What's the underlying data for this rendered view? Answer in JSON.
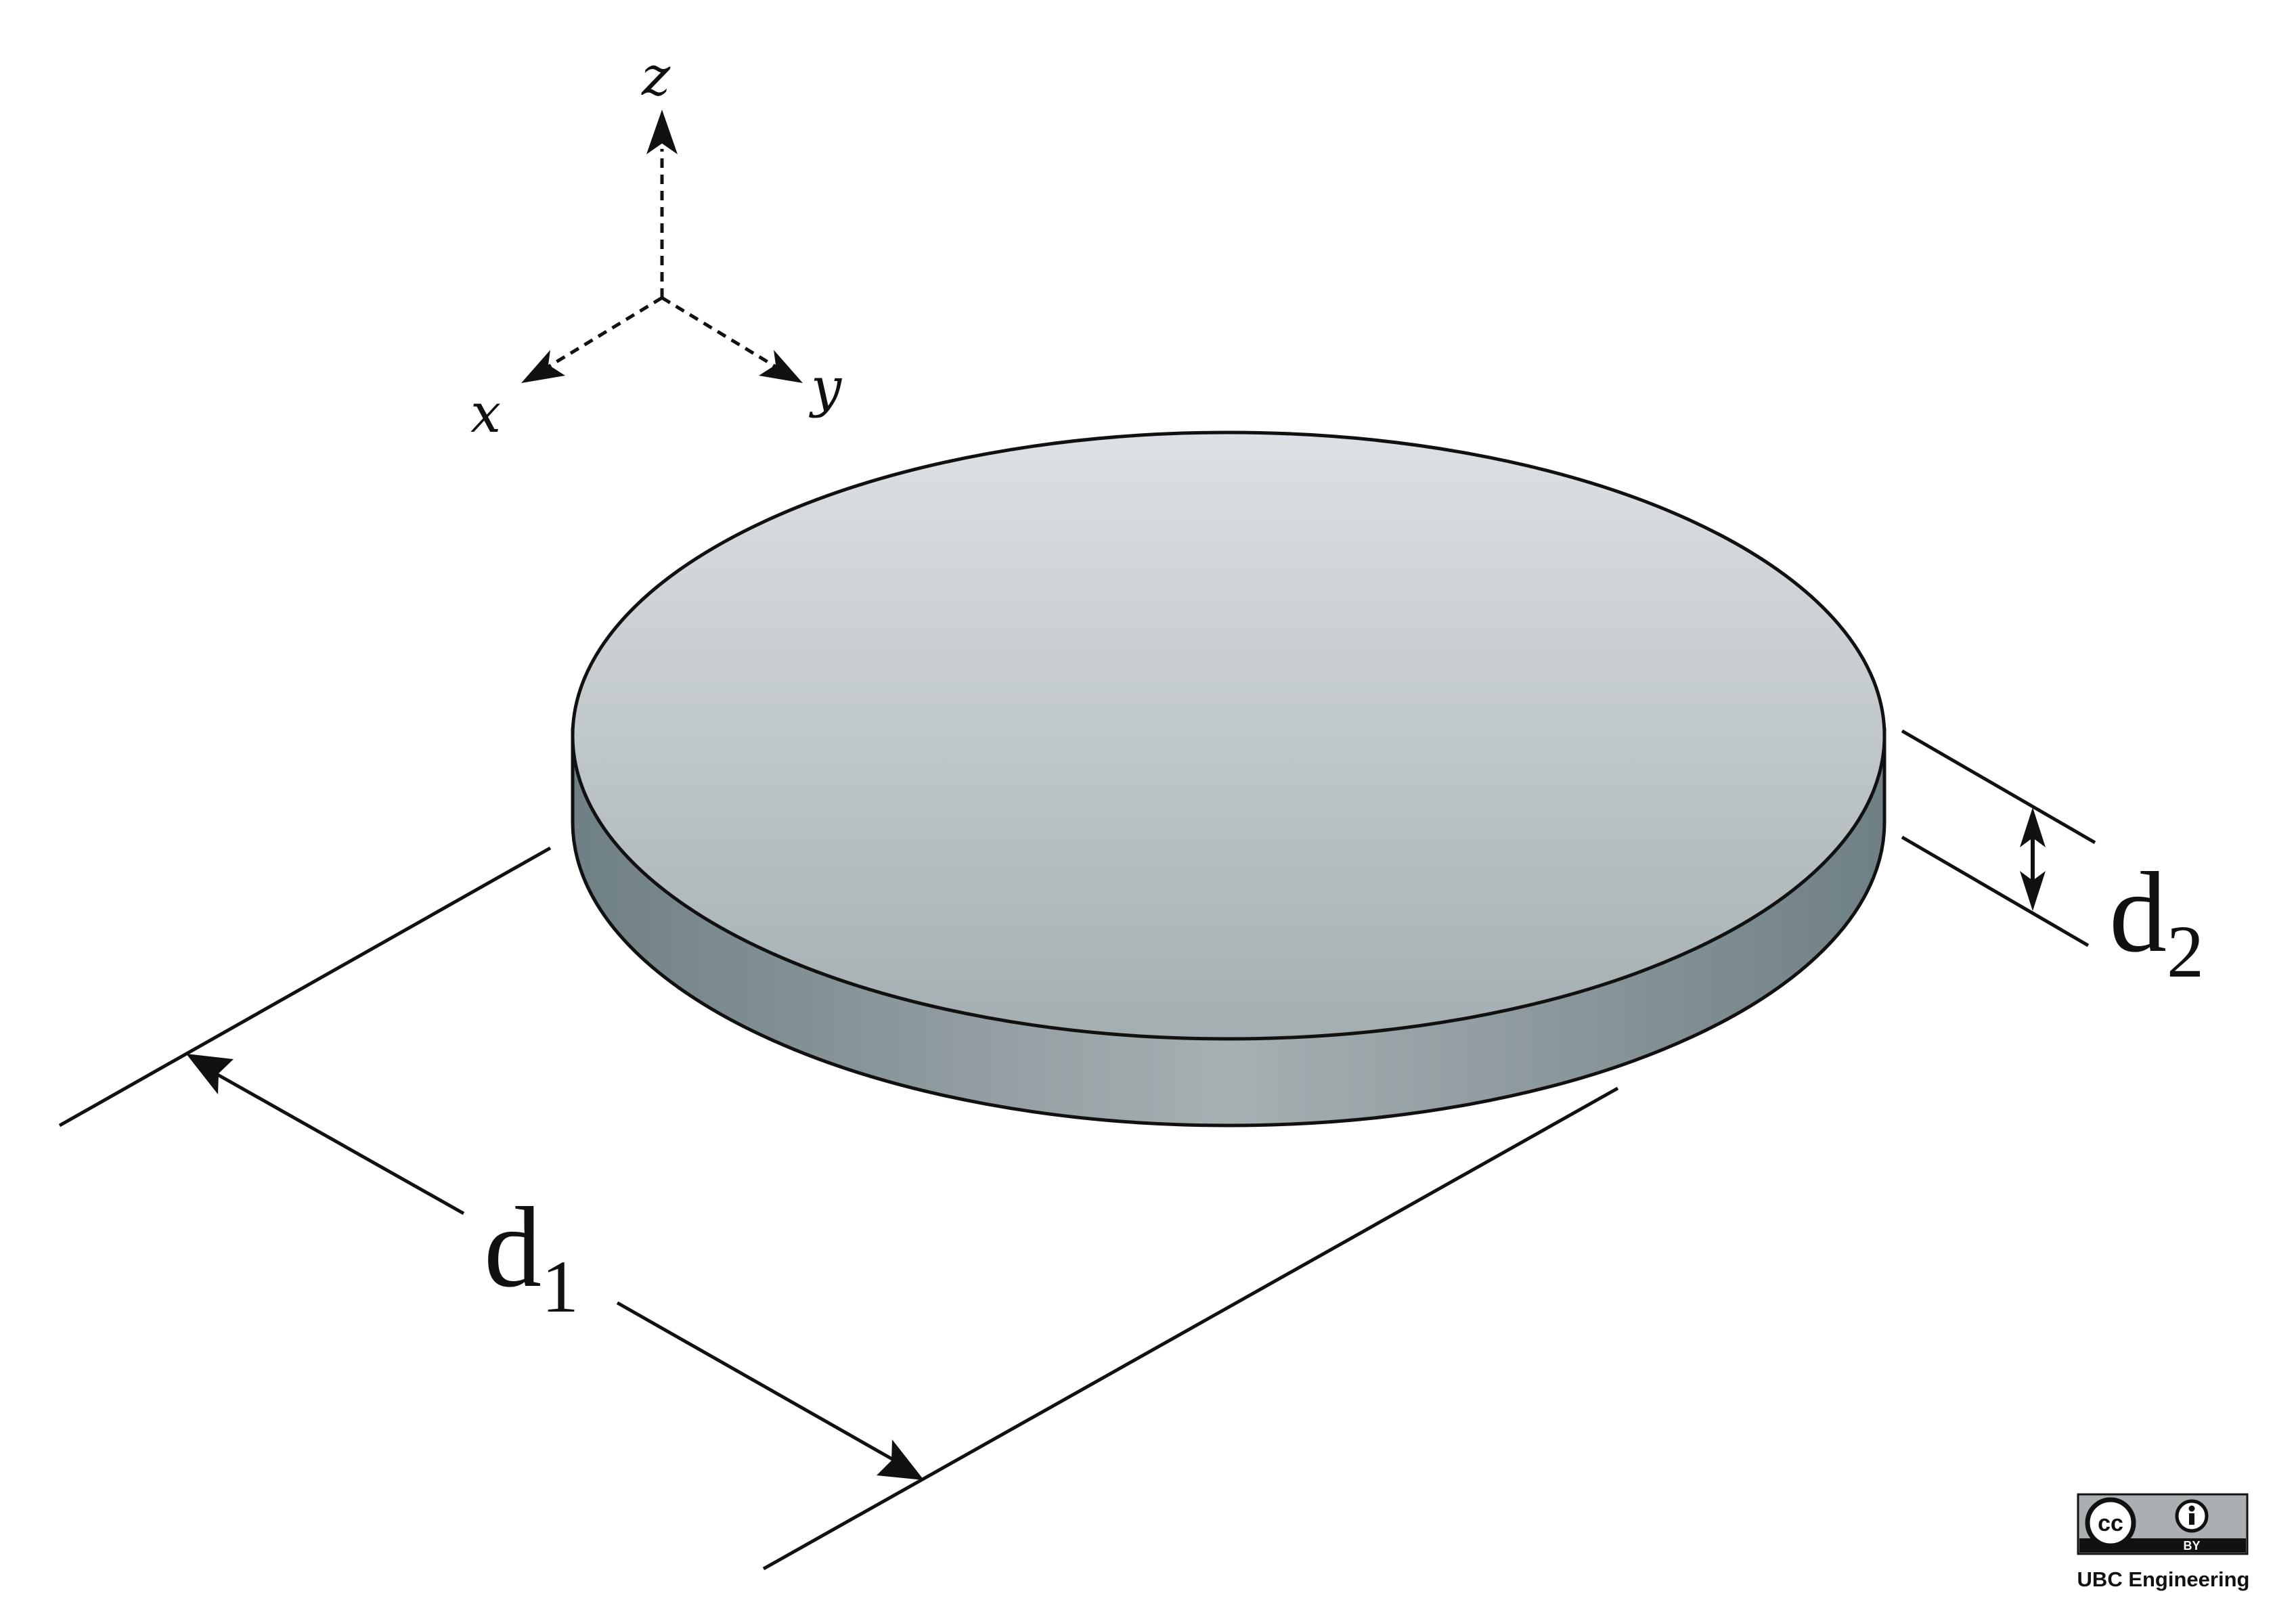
{
  "axes": {
    "z_label": "z",
    "x_label": "x",
    "y_label": "y"
  },
  "dimensions": {
    "d1": {
      "base": "d",
      "subscript": "1"
    },
    "d2": {
      "base": "d",
      "subscript": "2"
    }
  },
  "license": {
    "badge_cc": "cc",
    "badge_by": "BY",
    "credit": "UBC Engineering"
  },
  "colors": {
    "line": "#111111",
    "disk_top_light": "#dde1e4",
    "disk_top_dark": "#a4aeb1",
    "disk_side_dark": "#6f8084",
    "disk_side_light": "#a7b0b3"
  }
}
